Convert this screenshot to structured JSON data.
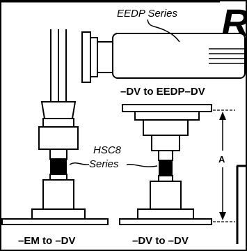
{
  "header": {
    "letter": "R"
  },
  "callouts": {
    "eedp_series": "EEDP Series",
    "hsc8_series_line1": "HSC8",
    "hsc8_series_line2": "Series"
  },
  "captions": {
    "dv_to_eedp_dv": "–DV to EEDP–DV",
    "em_to_dv": "–EM to –DV",
    "dv_to_dv": "–DV to –DV"
  },
  "dimension": {
    "label": "A"
  }
}
